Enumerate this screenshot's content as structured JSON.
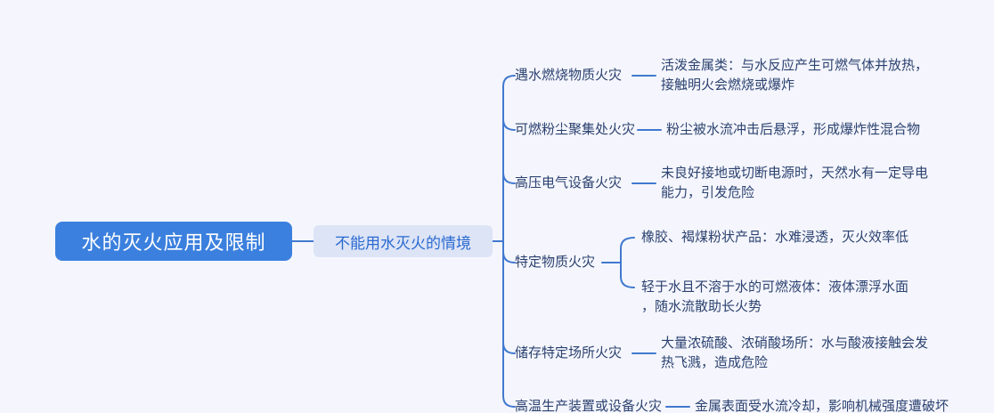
{
  "mindmap": {
    "root": {
      "label": "水的灭火应用及限制"
    },
    "topic": {
      "label": "不能用水灭火的情境"
    },
    "branches": [
      {
        "label": "遇水燃烧物质火灾",
        "description": "活泼金属类：与水反应产生可燃气体并放热，\n接触明火会燃烧或爆炸"
      },
      {
        "label": "可燃粉尘聚集处火灾",
        "description": "粉尘被水流冲击后悬浮，形成爆炸性混合物"
      },
      {
        "label": "高压电气设备火灾",
        "description": "未良好接地或切断电源时，天然水有一定导电\n能力，引发危险"
      },
      {
        "label": "特定物质火灾",
        "children": [
          {
            "text": "橡胶、褐煤粉状产品：水难浸透，灭火效率低"
          },
          {
            "text": "轻于水且不溶于水的可燃液体：液体漂浮水面\n，随水流散助长火势"
          }
        ]
      },
      {
        "label": "储存特定场所火灾",
        "description": "大量浓硫酸、浓硝酸场所：水与酸液接触会发\n热飞溅，造成危险"
      },
      {
        "label": "高温生产装置或设备火灾",
        "description": "金属表面受水流冷却，影响机械强度遭破坏"
      }
    ],
    "colors": {
      "background": "#f5f6fd",
      "root_fill": "#3b80de",
      "root_text": "#ffffff",
      "topic_fill": "#dde4f6",
      "topic_text": "#2a6ad1",
      "connector": "#4179cf",
      "branch_text": "#2c4270"
    }
  }
}
